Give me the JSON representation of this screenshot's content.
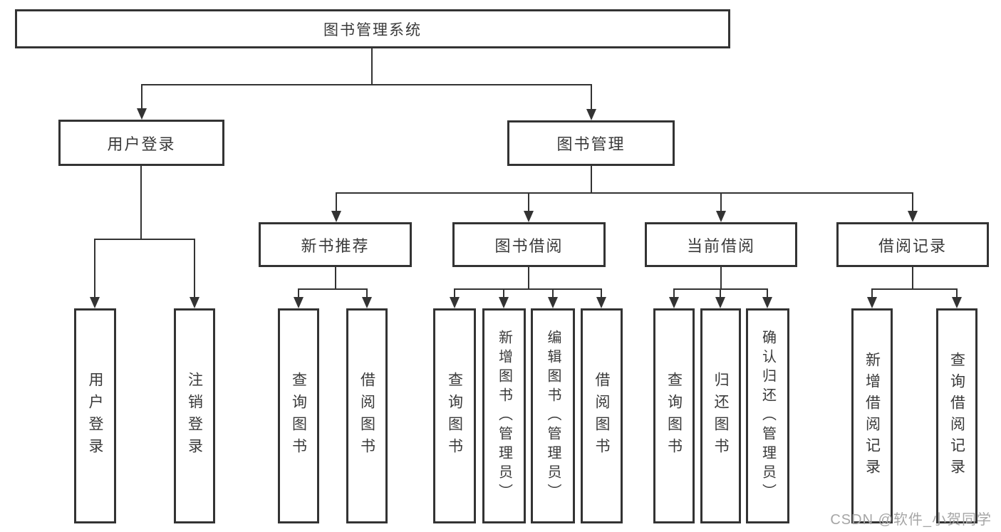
{
  "diagram": {
    "title": "图书管理系统",
    "root": {
      "label": "图书管理系统"
    },
    "level2": {
      "user_login": {
        "label": "用户登录"
      },
      "book_mgmt": {
        "label": "图书管理"
      }
    },
    "level3": {
      "new_book_rec": {
        "label": "新书推荐"
      },
      "book_borrow": {
        "label": "图书借阅"
      },
      "current_borrow": {
        "label": "当前借阅"
      },
      "borrow_record": {
        "label": "借阅记录"
      }
    },
    "leaves": {
      "user_login": [
        "用户登录",
        "注销登录"
      ],
      "new_book_rec": [
        "查询图书",
        "借阅图书"
      ],
      "book_borrow": [
        "查询图书",
        "新增图书（管理员）",
        "编辑图书（管理员）",
        "借阅图书"
      ],
      "current_borrow": [
        "查询图书",
        "归还图书",
        "确认归还（管理员）"
      ],
      "borrow_record": [
        "新增借阅记录",
        "查询借阅记录"
      ]
    }
  },
  "watermark": {
    "text": "CSDN @软件_小贺同学"
  },
  "colors": {
    "line": "#333333",
    "text": "#3a3a3a",
    "background": "#ffffff",
    "watermark": "#a6a6a6"
  }
}
